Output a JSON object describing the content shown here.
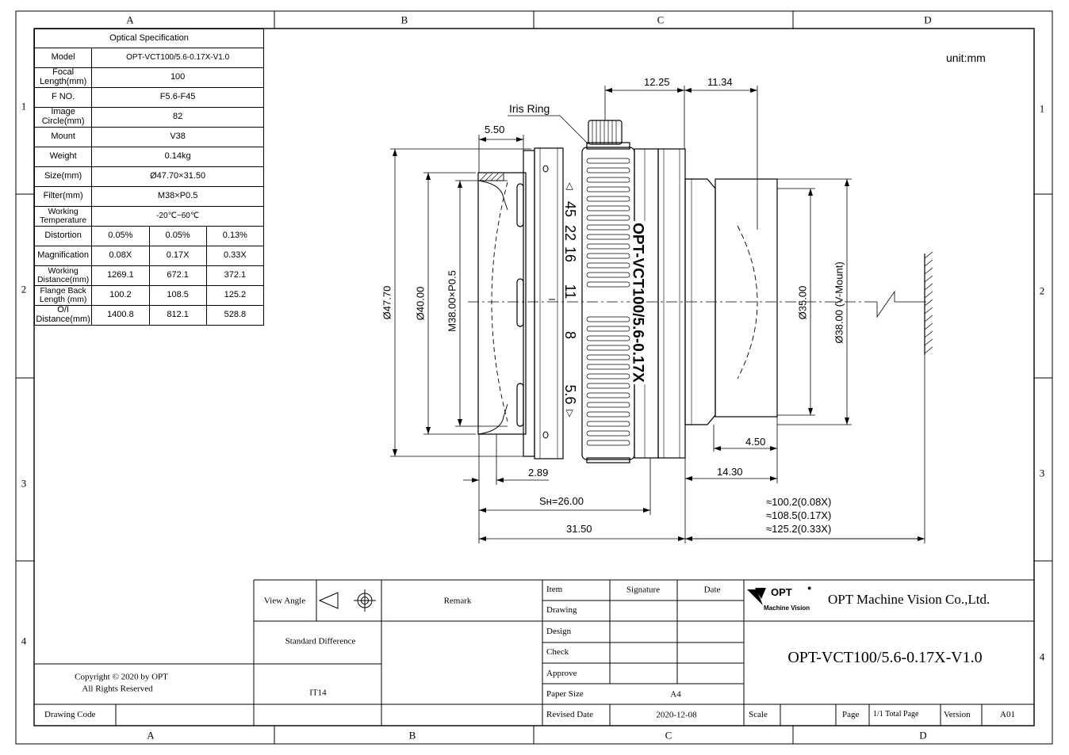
{
  "zones": {
    "columns": [
      "A",
      "B",
      "C",
      "D"
    ],
    "rows": [
      "1",
      "2",
      "3",
      "4"
    ]
  },
  "unit_label": "unit:mm",
  "spec": {
    "title": "Optical Specification",
    "rows": [
      {
        "name": "Model",
        "values": [
          "OPT-VCT100/5.6-0.17X-V1.0"
        ]
      },
      {
        "name": "Focal Length(mm)",
        "values": [
          "100"
        ]
      },
      {
        "name": "F NO.",
        "values": [
          "F5.6-F45"
        ]
      },
      {
        "name": "Image Circle(mm)",
        "values": [
          "82"
        ]
      },
      {
        "name": "Mount",
        "values": [
          "V38"
        ]
      },
      {
        "name": "Weight",
        "values": [
          "0.14kg"
        ]
      },
      {
        "name": "Size(mm)",
        "values": [
          "Ø47.70×31.50"
        ]
      },
      {
        "name": "Filter(mm)",
        "values": [
          "M38×P0.5"
        ]
      },
      {
        "name": "Working Temperature",
        "values": [
          "-20℃~60℃"
        ]
      },
      {
        "name": "Distortion",
        "values": [
          "0.05%",
          "0.05%",
          "0.13%"
        ]
      },
      {
        "name": "Magnification",
        "values": [
          "0.08X",
          "0.17X",
          "0.33X"
        ]
      },
      {
        "name": "Working Distance(mm)",
        "values": [
          "1269.1",
          "672.1",
          "372.1"
        ]
      },
      {
        "name": "Flange Back Length (mm)",
        "values": [
          "100.2",
          "108.5",
          "125.2"
        ]
      },
      {
        "name": "O/I Distance(mm)",
        "values": [
          "1400.8",
          "812.1",
          "528.8"
        ]
      }
    ]
  },
  "drawing": {
    "iris_ring": "Iris Ring",
    "aperture_marks": [
      "45",
      "22",
      "16",
      "11",
      "8",
      "5.6"
    ],
    "barrel_text": "OPT-VCT100/5.6-0.17X",
    "dims": {
      "d_5_50": "5.50",
      "d_12_25": "12.25",
      "d_11_34": "11.34",
      "d_47_70": "Ø47.70",
      "d_40_00": "Ø40.00",
      "d_m38": "M38.00×P0.5",
      "d_35_00": "Ø35.00",
      "d_38_00": "Ø38.00 (V-Mount)",
      "d_4_50": "4.50",
      "d_14_30": "14.30",
      "d_2_89": "2.89",
      "d_sh": "Sʜ=26.00",
      "d_31_50": "31.50",
      "wd_lines": [
        "≈100.2(0.08X)",
        "≈108.5(0.17X)",
        "≈125.2(0.33X)"
      ]
    }
  },
  "title_block": {
    "view_angle": "View Angle",
    "remark": "Remark",
    "standard_difference": "Standard Difference",
    "it": "IT14",
    "copyright_1": "Copyright © 2020 by OPT",
    "copyright_2": "All Rights Reserved",
    "drawing_code": "Drawing Code",
    "item": "Item",
    "signature": "Signature",
    "date": "Date",
    "drawing": "Drawing",
    "design": "Design",
    "check": "Check",
    "approve": "Approve",
    "paper_size": "Paper Size",
    "paper_size_value": "A4",
    "revised_date": "Revised Date",
    "revised_date_value": "2020-12-08",
    "logo_text": "OPT",
    "logo_sub": "Machine Vision",
    "company": "OPT Machine Vision Co.,Ltd.",
    "model": "OPT-VCT100/5.6-0.17X-V1.0",
    "scale": "Scale",
    "page": "Page",
    "total_page": "1/1 Total Page",
    "version": "Version",
    "version_value": "A01"
  }
}
